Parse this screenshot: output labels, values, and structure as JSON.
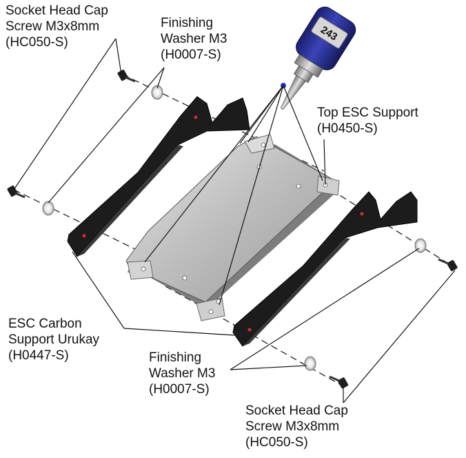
{
  "labels": {
    "screw_top_left": [
      "Socket Head Cap",
      "Screw M3x8mm",
      "(HC050-S)"
    ],
    "washer_top": [
      "Finishing",
      "Washer M3",
      "(H0007-S)"
    ],
    "top_esc_support": [
      "Top ESC Support",
      "(H0450-S)"
    ],
    "esc_carbon_support": [
      "ESC Carbon",
      "Support Urukay",
      "(H0447-S)"
    ],
    "washer_bottom": [
      "Finishing",
      "Washer M3",
      "(H0007-S)"
    ],
    "screw_bottom_right": [
      "Socket Head Cap",
      "Screw M3x8mm",
      "(HC050-S)"
    ]
  },
  "threadlocker": {
    "bottle_label": "243"
  },
  "colors": {
    "carbon": "#1c1c1c",
    "aluminium": "#c9c9c9",
    "bottle_blue": "#2a2f8f",
    "leader_line": "#111111"
  }
}
